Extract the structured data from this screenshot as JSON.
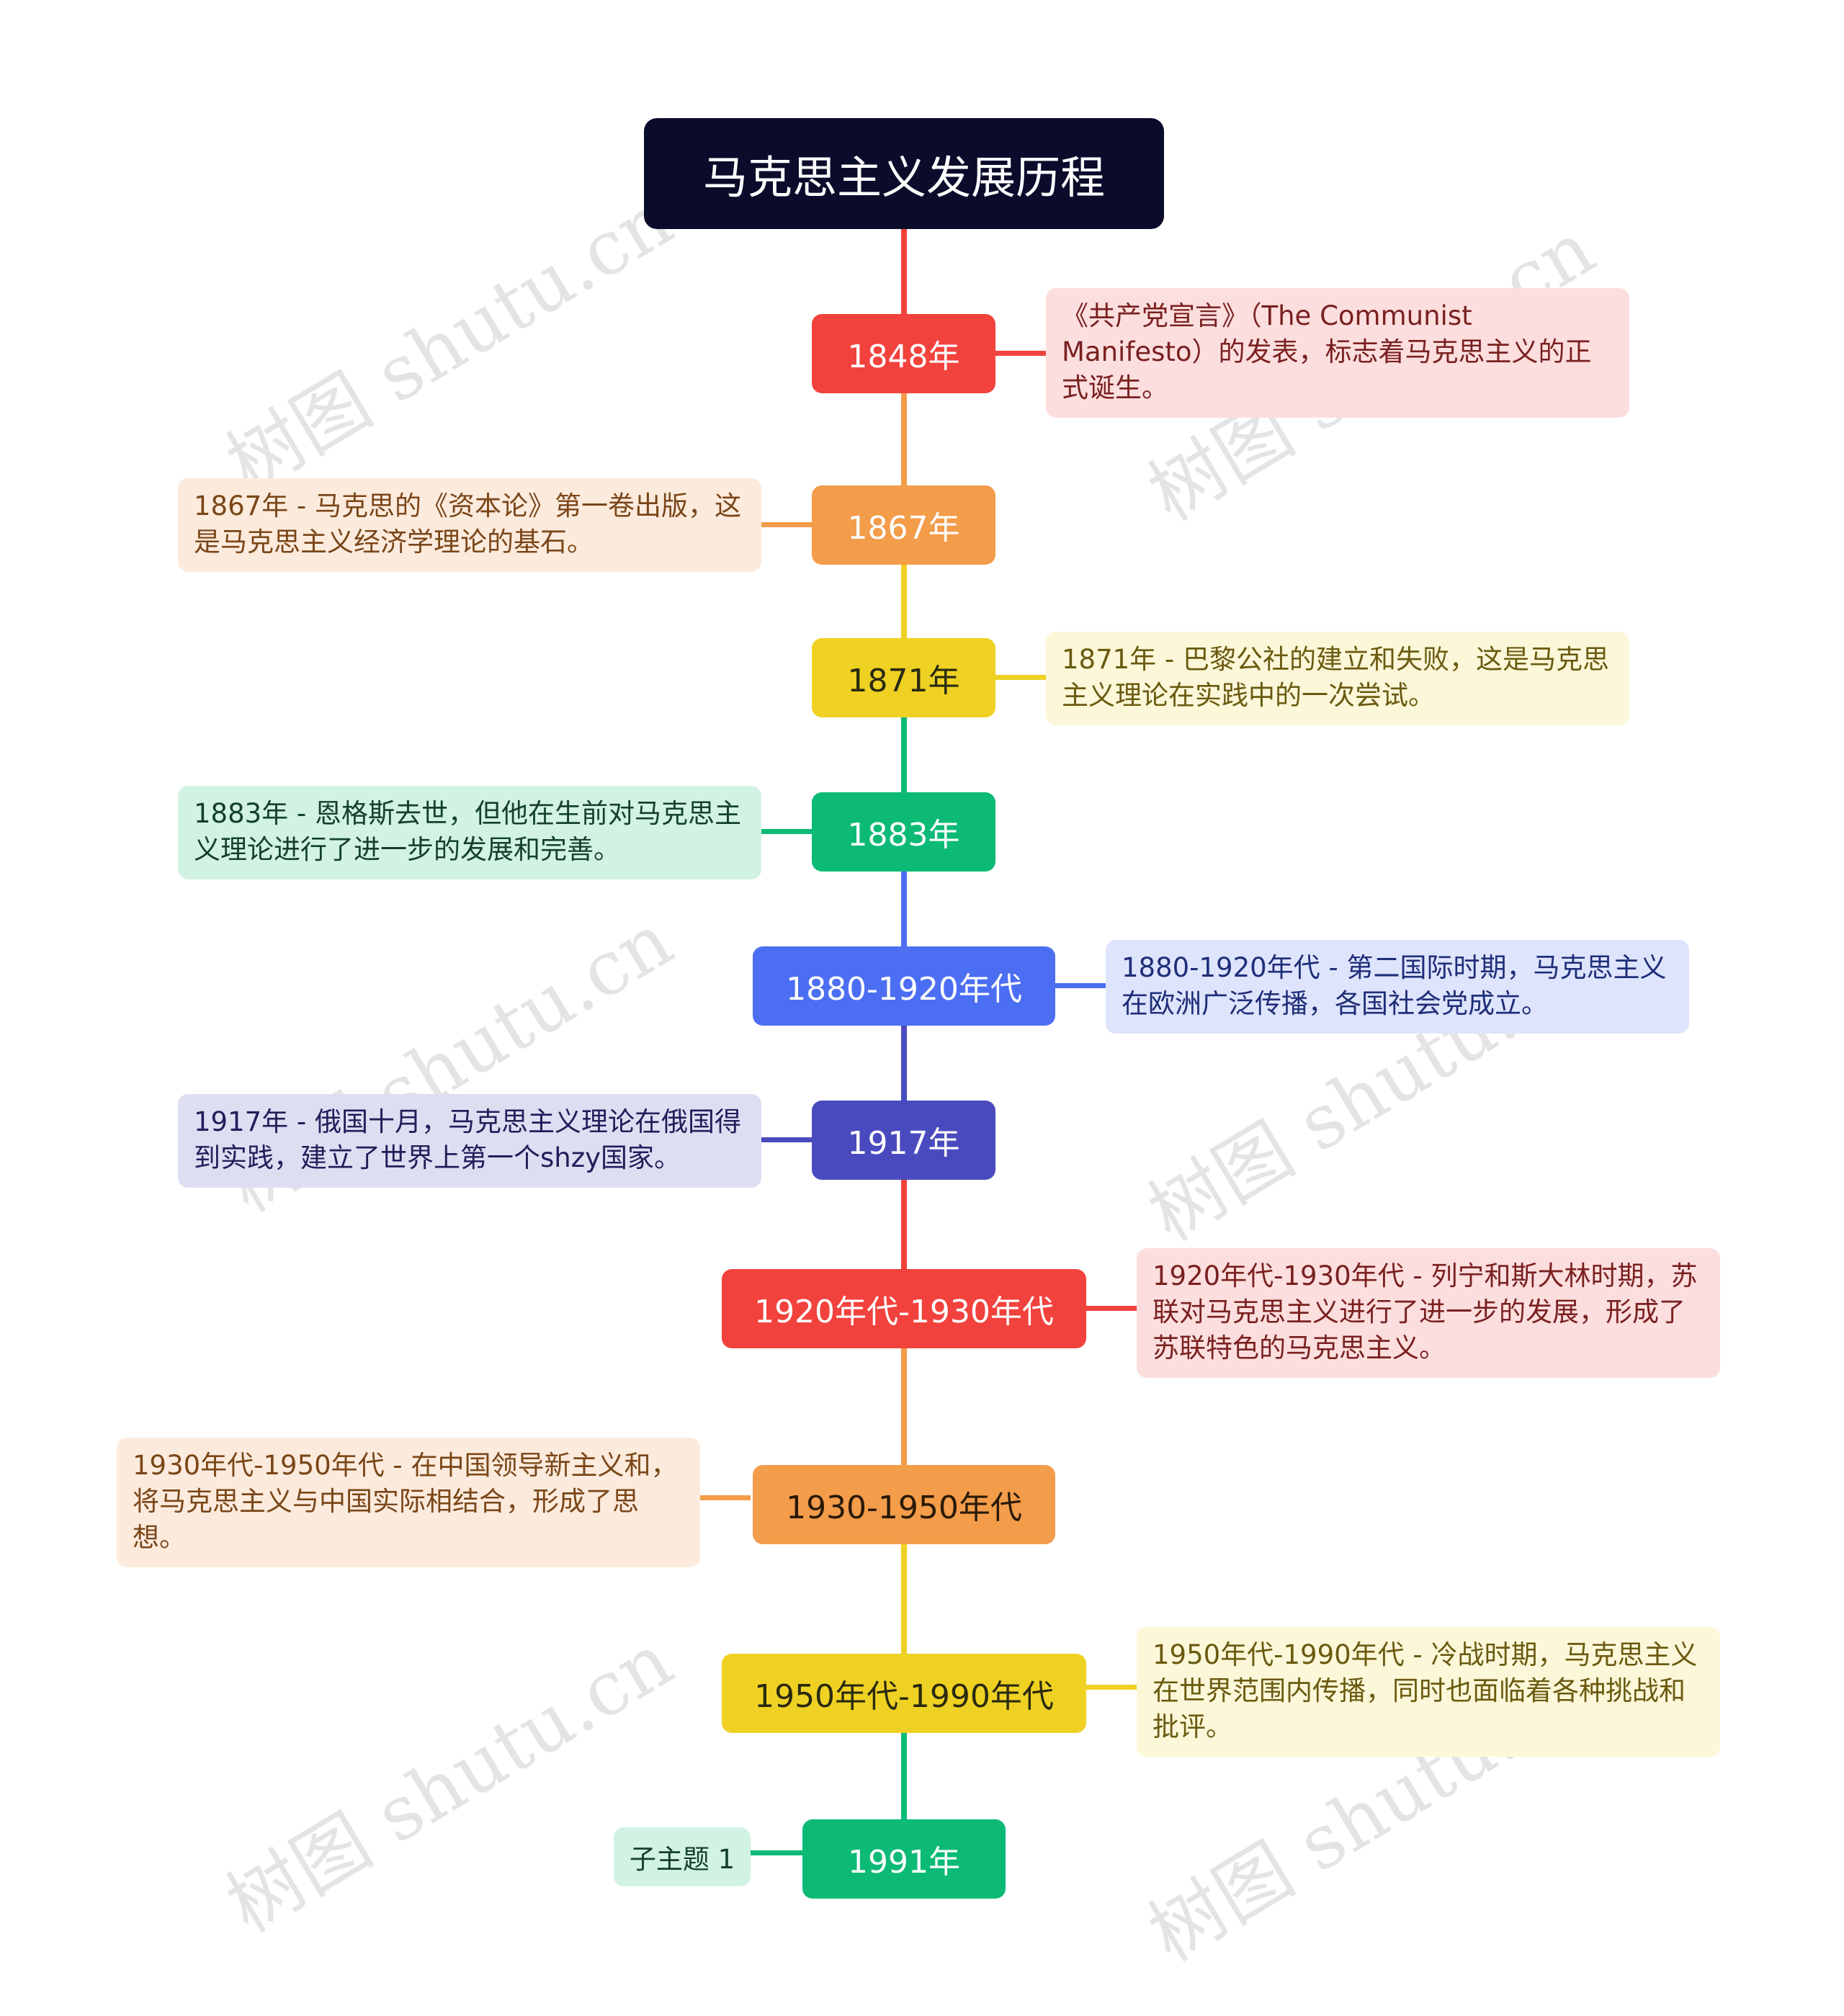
{
  "title": "马克思主义发展历程",
  "colors": {
    "root_bg": "#0b0b2b",
    "red": "#f2423d",
    "orange": "#f39c4a",
    "yellow": "#efd123",
    "green": "#0cba76",
    "blue": "#4c6ef2",
    "indigo": "#4a4abf"
  },
  "events": [
    {
      "label": "1848年",
      "color": "#f2423d",
      "text": " 《共产党宣言》（The Communist Manifesto）的发表，标志着马克思主义的正式诞生。",
      "text_bg": "#fcdede",
      "text_color": "#7a2020"
    },
    {
      "label": "1867年",
      "color": "#f39c4a",
      "text": "1867年 - 马克思的《资本论》第一卷出版，这是马克思主义经济学理论的基石。",
      "text_bg": "#fcebdd",
      "text_color": "#7a4618"
    },
    {
      "label": "1871年",
      "color": "#efd123",
      "text": "1871年 - 巴黎公社的建立和失败，这是马克思主义理论在实践中的一次尝试。",
      "text_bg": "#fcf7d8",
      "text_color": "#6a5a10"
    },
    {
      "label": "1883年",
      "color": "#0cba76",
      "text": "1883年 - 恩格斯去世，但他在生前对马克思主义理论进行了进一步的发展和完善。",
      "text_bg": "#d2f3e4",
      "text_color": "#14402e"
    },
    {
      "label": "1880-1920年代",
      "color": "#4c6ef2",
      "text": "1880-1920年代 - 第二国际时期，马克思主义在欧洲广泛传播，各国社会党成立。",
      "text_bg": "#dee4fc",
      "text_color": "#1f2e78"
    },
    {
      "label": "1917年",
      "color": "#4a4abf",
      "text": "1917年 - 俄国十月，马克思主义理论在俄国得到实践，建立了世界上第一个shzy国家。",
      "text_bg": "#dedef3",
      "text_color": "#1f1f5a"
    },
    {
      "label": "1920年代-1930年代",
      "color": "#f2423d",
      "text": "1920年代-1930年代 - 列宁和斯大林时期，苏联对马克思主义进行了进一步的发展，形成了苏联特色的马克思主义。",
      "text_bg": "#fcdede",
      "text_color": "#7a2020"
    },
    {
      "label": "1930-1950年代",
      "color": "#f39c4a",
      "text": "1930年代-1950年代 - 在中国领导新主义和，将马克思主义与中国实际相结合，形成了思想。",
      "text_bg": "#fcebdd",
      "text_color": "#7a4618"
    },
    {
      "label": "1950年代-1990年代",
      "color": "#efd123",
      "text": "  1950年代-1990年代 - 冷战时期，马克思主义在世界范围内传播，同时也面临着各种挑战和批评。",
      "text_bg": "#fcf7d8",
      "text_color": "#6a5a10"
    },
    {
      "label": "1991年",
      "color": "#0cba76",
      "text": "子主题 1",
      "text_bg": "#d2f3e4",
      "text_color": "#14402e"
    }
  ],
  "watermark": "树图 shutu.cn"
}
